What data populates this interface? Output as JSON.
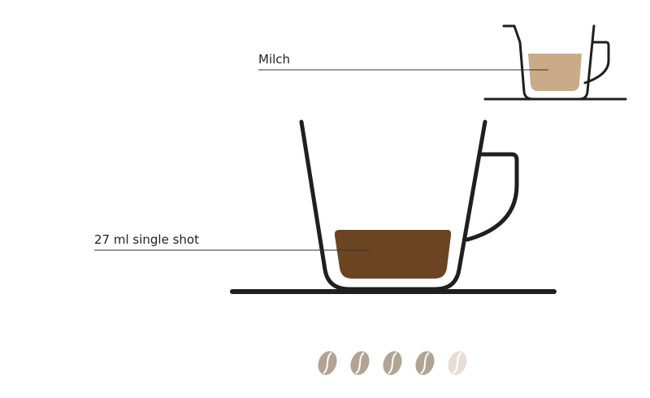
{
  "labels": {
    "milk": "Milch",
    "shot": "27 ml single shot"
  },
  "colors": {
    "outline": "#1f1f1f",
    "coffee": "#6b4422",
    "milk": "#c9ab87",
    "line": "#333333"
  },
  "icons": {
    "milk_jug": "milk-jug-icon",
    "cup": "espresso-cup-icon",
    "bean": "coffee-bean-icon"
  },
  "intensity": {
    "level": 4,
    "max": 5,
    "filled_color": "#b3a395",
    "empty_color": "#e6ddd6"
  }
}
